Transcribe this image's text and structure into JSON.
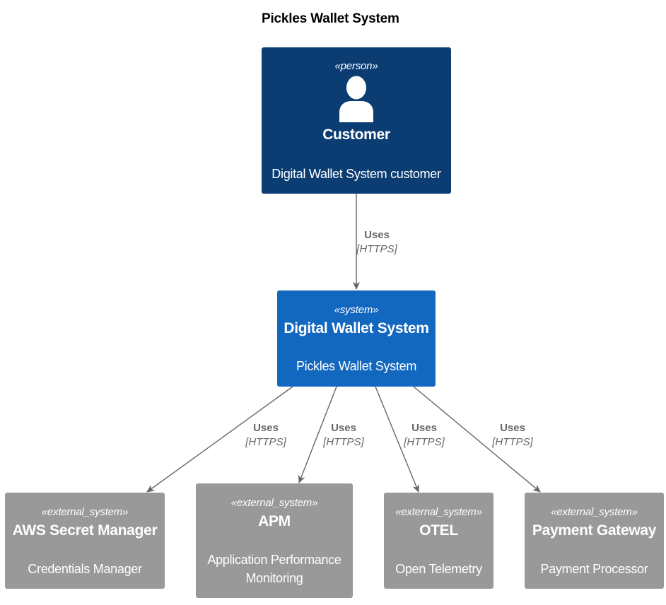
{
  "diagram": {
    "title": "Pickles Wallet System"
  },
  "nodes": {
    "customer": {
      "stereotype": "«person»",
      "name": "Customer",
      "description": "Digital Wallet System customer",
      "icon": "person-icon",
      "color": "#0b3d73"
    },
    "dws": {
      "stereotype": "«system»",
      "name": "Digital Wallet System",
      "description": "Pickles Wallet System",
      "color": "#1267bf"
    },
    "aws": {
      "stereotype": "«external_system»",
      "name": "AWS Secret Manager",
      "description": "Credentials Manager",
      "color": "#999999"
    },
    "apm": {
      "stereotype": "«external_system»",
      "name": "APM",
      "description_line1": "Application Performance",
      "description_line2": "Monitoring",
      "color": "#999999"
    },
    "otel": {
      "stereotype": "«external_system»",
      "name": "OTEL",
      "description": "Open Telemetry",
      "color": "#999999"
    },
    "pg": {
      "stereotype": "«external_system»",
      "name": "Payment Gateway",
      "description": "Payment Processor",
      "color": "#999999"
    }
  },
  "edges": [
    {
      "from": "Customer",
      "to": "Digital Wallet System",
      "label": "Uses",
      "technology": "[HTTPS]"
    },
    {
      "from": "Digital Wallet System",
      "to": "AWS Secret Manager",
      "label": "Uses",
      "technology": "[HTTPS]"
    },
    {
      "from": "Digital Wallet System",
      "to": "APM",
      "label": "Uses",
      "technology": "[HTTPS]"
    },
    {
      "from": "Digital Wallet System",
      "to": "OTEL",
      "label": "Uses",
      "technology": "[HTTPS]"
    },
    {
      "from": "Digital Wallet System",
      "to": "Payment Gateway",
      "label": "Uses",
      "technology": "[HTTPS]"
    }
  ],
  "colors": {
    "edge": "#666666",
    "person": "#0b3d73",
    "system": "#1267bf",
    "external_system": "#999999"
  }
}
